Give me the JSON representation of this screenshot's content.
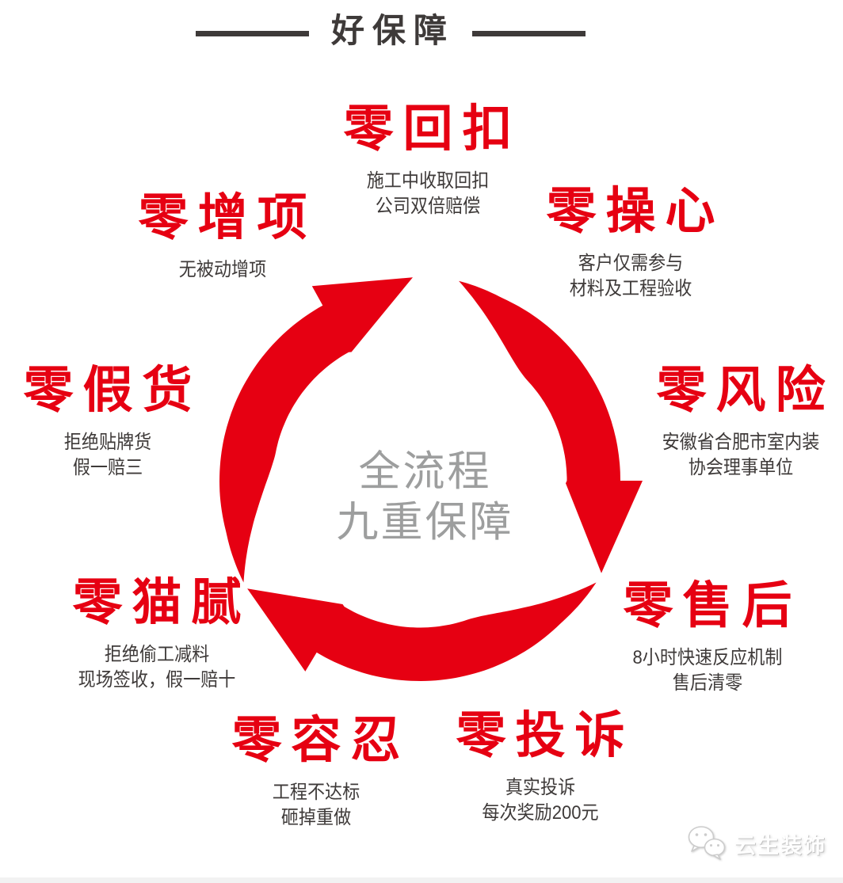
{
  "header": {
    "title": "好保障"
  },
  "center": {
    "line1": "全流程",
    "line2": "九重保障"
  },
  "items": [
    {
      "id": "zero-kickback",
      "title": "零回扣",
      "lines": [
        "施工中收取回扣",
        "公司双倍赔偿"
      ]
    },
    {
      "id": "zero-worry",
      "title": "零操心",
      "lines": [
        "客户仅需参与",
        "材料及工程验收"
      ]
    },
    {
      "id": "zero-addons",
      "title": "零增项",
      "lines": [
        "无被动增项"
      ]
    },
    {
      "id": "zero-risk",
      "title": "零风险",
      "lines": [
        "安徽省合肥市室内装",
        "协会理事单位"
      ]
    },
    {
      "id": "zero-fakes",
      "title": "零假货",
      "lines": [
        "拒绝贴牌货",
        "假一赔三"
      ]
    },
    {
      "id": "zero-aftersales",
      "title": "零售后",
      "lines": [
        "8小时快速反应机制",
        "售后清零"
      ]
    },
    {
      "id": "zero-tricks",
      "title": "零猫腻",
      "lines": [
        "拒绝偷工减料",
        "现场签收，假一赔十"
      ]
    },
    {
      "id": "zero-tolerance",
      "title": "零容忍",
      "lines": [
        "工程不达标",
        "砸掉重做"
      ]
    },
    {
      "id": "zero-complaints",
      "title": "零投诉",
      "lines": [
        "真实投诉",
        "每次奖励200元"
      ]
    }
  ],
  "watermark": {
    "brand": "云生装饰"
  },
  "colors": {
    "red": "#e60012",
    "dark": "#3e3a39",
    "gray": "#9d9e9e"
  }
}
